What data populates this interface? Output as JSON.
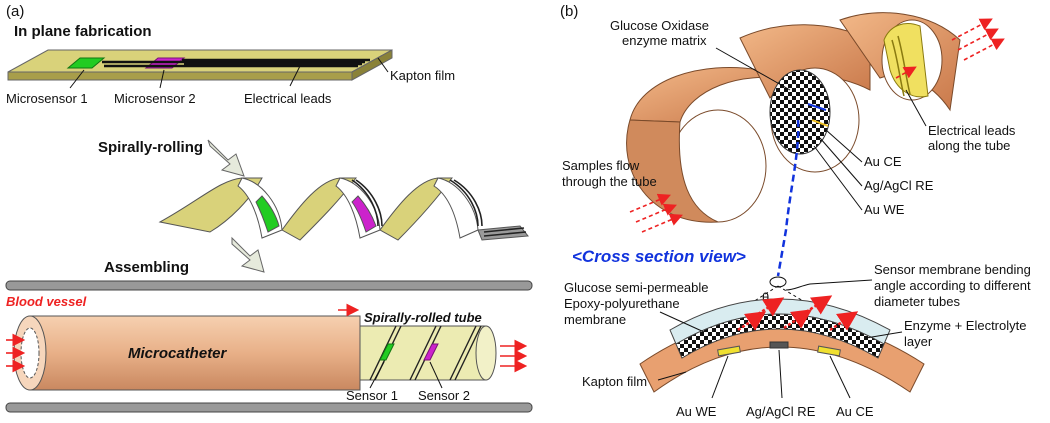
{
  "panel_a": {
    "letter": "(a)",
    "in_plane_title": "In plane fabrication",
    "kapton_label": "Kapton film",
    "microsensor1": "Microsensor 1",
    "microsensor2": "Microsensor 2",
    "electrical_leads": "Electrical leads",
    "spiral_title": "Spirally-rolling",
    "assembling_title": "Assembling",
    "blood_vessel": "Blood vessel",
    "microcatheter": "Microcatheter",
    "spiral_tube": "Spirally-rolled tube",
    "sensor1": "Sensor 1",
    "sensor2": "Sensor 2"
  },
  "panel_b": {
    "letter": "(b)",
    "glucose_oxidase_1": "Glucose Oxidase",
    "glucose_oxidase_2": "enzyme matrix",
    "leads_tube_1": "Electrical leads",
    "leads_tube_2": "along the tube",
    "samples_1": "Samples flow",
    "samples_2": "through the tube",
    "au_ce": "Au CE",
    "ag_re": "Ag/AgCl RE",
    "au_we": "Au WE",
    "cross_section": "<Cross section view>",
    "theta": "θ",
    "bending_1": "Sensor membrane bending",
    "bending_2": "angle according to different",
    "bending_3": "diameter tubes",
    "glucose_mem_1": "Glucose semi-permeable",
    "glucose_mem_2": "Epoxy-polyurethane",
    "glucose_mem_3": "membrane",
    "enzyme_1": "Enzyme + Electrolyte",
    "enzyme_2": "layer",
    "kapton": "Kapton film",
    "bottom_we": "Au WE",
    "bottom_re": "Ag/AgCl RE",
    "bottom_ce": "Au CE"
  },
  "colors": {
    "kapton": "#d9d27a",
    "copper": "#e8a070",
    "green": "#22cc22",
    "magenta": "#cc22cc",
    "red": "#ee2222",
    "blue": "#1133dd"
  }
}
